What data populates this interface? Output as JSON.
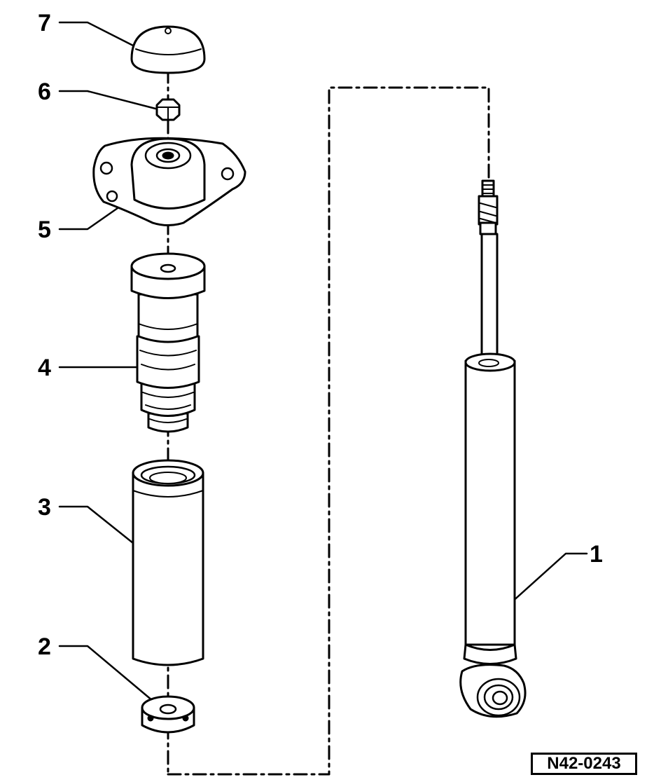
{
  "callouts": {
    "c1": "1",
    "c2": "2",
    "c3": "3",
    "c4": "4",
    "c5": "5",
    "c6": "6",
    "c7": "7"
  },
  "reference_code": "N42-0243"
}
